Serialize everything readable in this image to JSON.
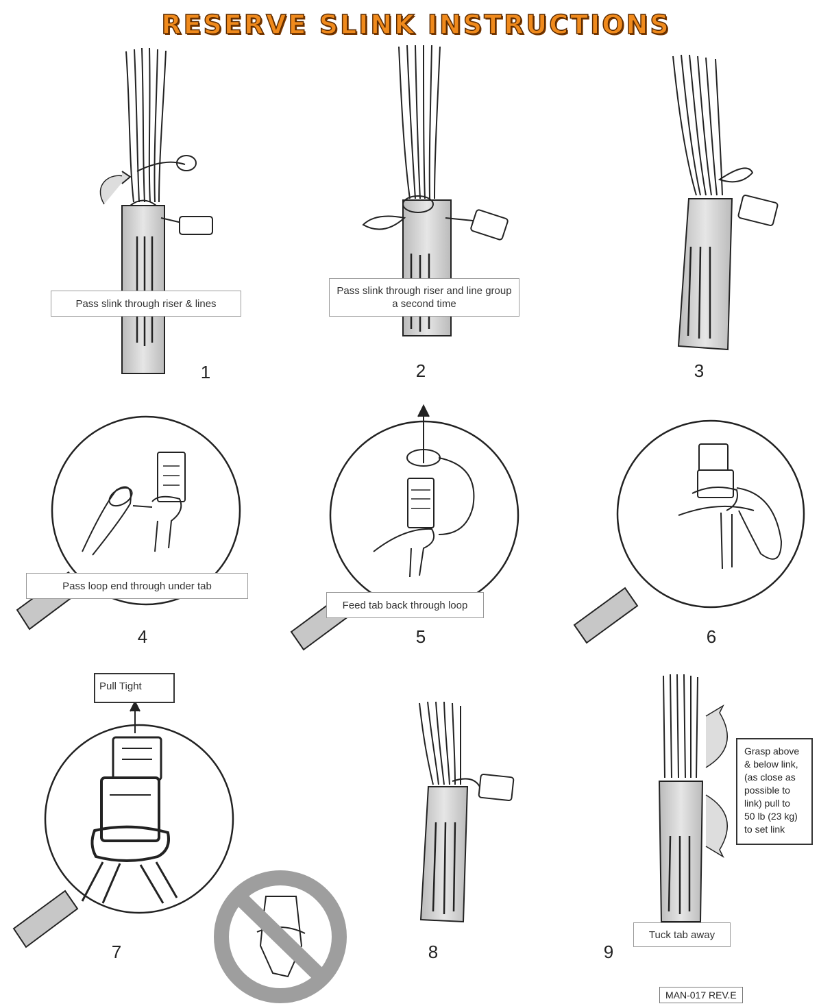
{
  "title": "RESERVE SLINK INSTRUCTIONS",
  "colors": {
    "title_fill": "#f08a1c",
    "title_outline": "#5a2a00",
    "riser_gray": "#bdbdbd",
    "no_symbol": "#9e9e9e"
  },
  "steps": [
    {
      "number": "1",
      "caption": "Pass slink through riser & lines"
    },
    {
      "number": "2",
      "caption": "Pass slink through riser and line group a second time"
    },
    {
      "number": "3",
      "caption": ""
    },
    {
      "number": "4",
      "caption": "Pass loop end through under tab"
    },
    {
      "number": "5",
      "caption": "Feed tab back through loop"
    },
    {
      "number": "6",
      "caption": ""
    },
    {
      "number": "7",
      "caption": "Pull Tight"
    },
    {
      "number": "8",
      "caption": ""
    },
    {
      "number": "9",
      "caption": "Tuck tab away"
    }
  ],
  "grasp_note": "Grasp above\n& below link,\n(as close as\npossible to\nlink) pull to\n50 lb (23 kg)\nto set  link",
  "document_id": "MAN-017 REV.E",
  "icons": [
    "arrow-curved-icon",
    "arrow-up-icon",
    "magnifier-circle-icon",
    "prohibited-icon"
  ]
}
